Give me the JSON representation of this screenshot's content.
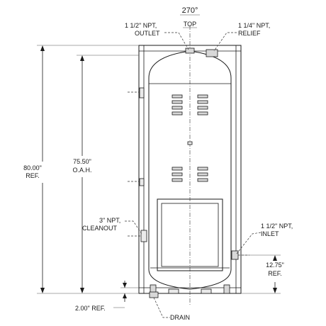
{
  "labels": {
    "angle": "270°",
    "top": "TOP",
    "outlet_line1": "1 1/2\" NPT,",
    "outlet_line2": "OUTLET",
    "relief_line1": "1 1/4\" NPT,",
    "relief_line2": "RELIEF",
    "height_ref_value": "80.00\"",
    "height_ref_suffix": "REF.",
    "oah_value": "75.50\"",
    "oah_suffix": "O.A.H.",
    "cleanout_line1": "3\" NPT,",
    "cleanout_line2": "CLEANOUT",
    "inlet_line1": "1 1/2\" NPT,",
    "inlet_line2": "INLET",
    "inlet_height_value": "12.75\"",
    "inlet_height_suffix": "REF.",
    "base_ref": "2.00\" REF.",
    "drain": "DRAIN"
  }
}
